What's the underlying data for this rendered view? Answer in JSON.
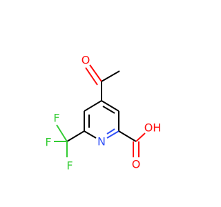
{
  "molecule": {
    "atoms": {
      "o_ketone": {
        "symbol": "O",
        "color": "#ff0d0d"
      },
      "n_ring": {
        "symbol": "N",
        "color": "#3050f8"
      },
      "oh": {
        "symbol": "OH",
        "color": "#ff0d0d"
      },
      "o_acid": {
        "symbol": "O",
        "color": "#ff0d0d"
      },
      "f_top": {
        "symbol": "F",
        "color": "#33cc33"
      },
      "f_left": {
        "symbol": "F",
        "color": "#33cc33"
      },
      "f_bottom": {
        "symbol": "F",
        "color": "#33cc33"
      }
    },
    "colors": {
      "bond": "#000000",
      "oxygen": "#ff0d0d",
      "nitrogen": "#3050f8",
      "fluorine": "#33cc33"
    }
  }
}
